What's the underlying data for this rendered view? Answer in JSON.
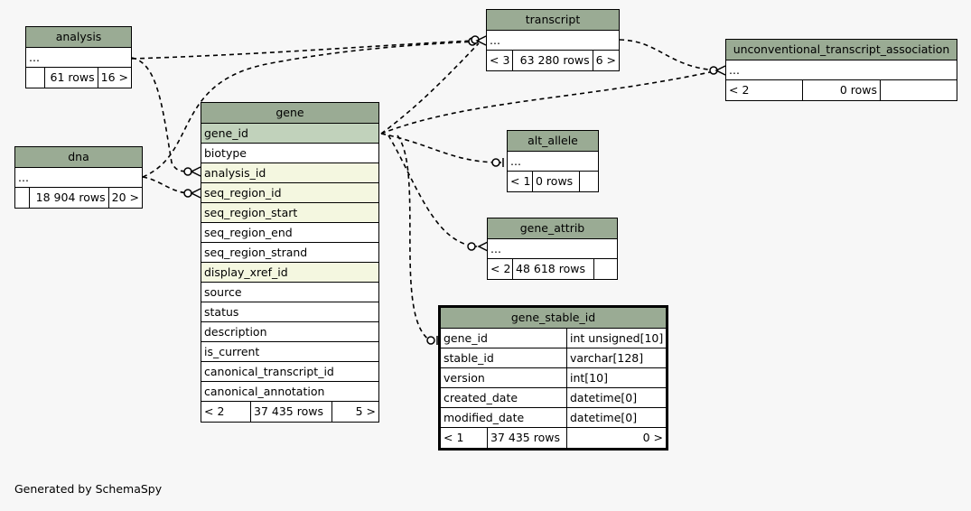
{
  "tables": {
    "analysis": {
      "title": "analysis",
      "ellipsis": "...",
      "footer": [
        "",
        "61 rows",
        "16 >"
      ]
    },
    "dna": {
      "title": "dna",
      "ellipsis": "...",
      "footer": [
        "",
        "18 904 rows",
        "20 >"
      ]
    },
    "transcript": {
      "title": "transcript",
      "ellipsis": "...",
      "footer": [
        "< 3",
        "63 280 rows",
        "6 >"
      ]
    },
    "uta": {
      "title": "unconventional_transcript_association",
      "ellipsis": "...",
      "footer": [
        "< 2",
        "0 rows",
        ""
      ]
    },
    "alt_allele": {
      "title": "alt_allele",
      "ellipsis": "...",
      "footer": [
        "< 1",
        "0 rows",
        ""
      ]
    },
    "gene_attrib": {
      "title": "gene_attrib",
      "ellipsis": "...",
      "footer": [
        "< 2",
        "48 618 rows",
        ""
      ]
    },
    "gene": {
      "title": "gene",
      "columns": [
        "gene_id",
        "biotype",
        "analysis_id",
        "seq_region_id",
        "seq_region_start",
        "seq_region_end",
        "seq_region_strand",
        "display_xref_id",
        "source",
        "status",
        "description",
        "is_current",
        "canonical_transcript_id",
        "canonical_annotation"
      ],
      "footer": [
        "< 2",
        "37 435 rows",
        "5 >"
      ]
    },
    "gene_stable_id": {
      "title": "gene_stable_id",
      "columns": [
        {
          "name": "gene_id",
          "type": "int unsigned[10]"
        },
        {
          "name": "stable_id",
          "type": "varchar[128]"
        },
        {
          "name": "version",
          "type": "int[10]"
        },
        {
          "name": "created_date",
          "type": "datetime[0]"
        },
        {
          "name": "modified_date",
          "type": "datetime[0]"
        }
      ],
      "footer": [
        "< 1",
        "37 435 rows",
        "0 >"
      ]
    }
  },
  "footer_text": "Generated by SchemaSpy",
  "colors": {
    "header": "#9aab94",
    "primary_key": "#c1d2bb",
    "foreign_key": "#f4f7e0",
    "background": "#f7f7f7"
  }
}
